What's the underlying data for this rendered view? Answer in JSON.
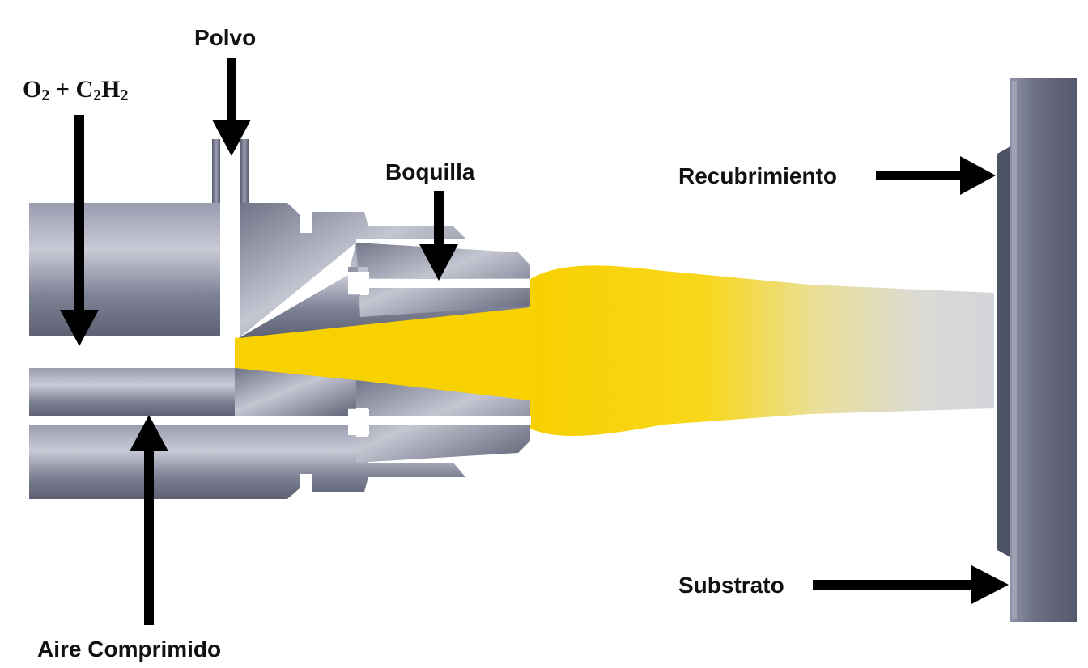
{
  "labels": {
    "polvo": "Polvo",
    "gases": {
      "o": "O",
      "o_sub": "2",
      "plus": " + C",
      "c_sub": "2",
      "h": "H",
      "h_sub": "2"
    },
    "boquilla": "Boquilla",
    "recubrimiento": "Recubrimiento",
    "substrato": "Substrato",
    "aire": "Aire Comprimido"
  },
  "colors": {
    "metal_dark": "#55586a",
    "metal_mid": "#8b8fa1",
    "metal_light": "#c9cbd6",
    "flame_core": "#f7d200",
    "flame_fade": "#d8d8dc",
    "arrow": "#000000"
  }
}
